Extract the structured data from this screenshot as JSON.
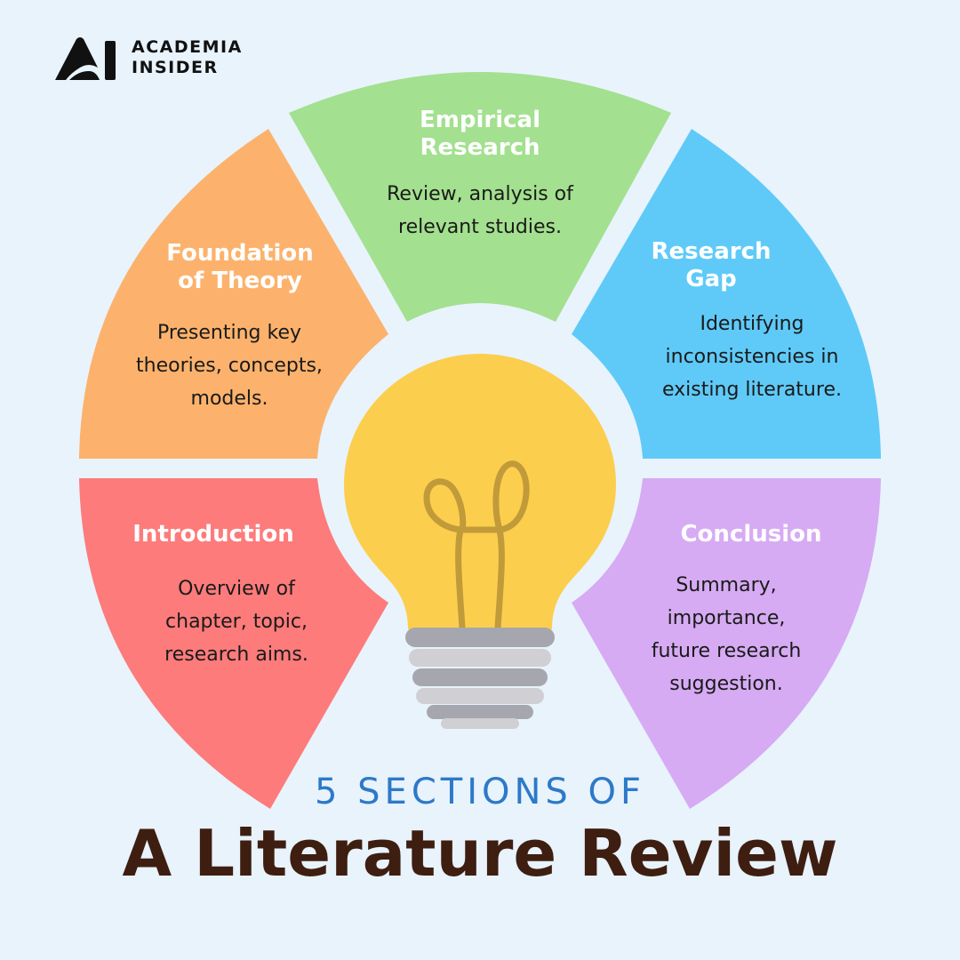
{
  "brand": {
    "line1": "ACADEMIA",
    "line2": "INSIDER"
  },
  "sections": [
    {
      "id": "empirical",
      "title_line1": "Empirical",
      "title_line2": "Research",
      "desc_lines": [
        "Review, analysis of",
        "relevant studies."
      ],
      "color": "#a3e08f"
    },
    {
      "id": "foundation",
      "title_line1": "Foundation",
      "title_line2": "of Theory",
      "desc_lines": [
        "Presenting key",
        "theories, concepts,",
        "models."
      ],
      "color": "#fcb26c"
    },
    {
      "id": "gap",
      "title_line1": "Research",
      "title_line2": "Gap",
      "desc_lines": [
        "Identifying",
        "inconsistencies in",
        "existing literature."
      ],
      "color": "#5fcaf8"
    },
    {
      "id": "introduction",
      "title_line1": "Introduction",
      "title_line2": "",
      "desc_lines": [
        "Overview of",
        "chapter, topic,",
        "research aims."
      ],
      "color": "#fd7b7b"
    },
    {
      "id": "conclusion",
      "title_line1": "Conclusion",
      "title_line2": "",
      "desc_lines": [
        "Summary,",
        "importance,",
        "future research",
        "suggestion."
      ],
      "color": "#d6abf3"
    }
  ],
  "footer": {
    "subtitle": "5 SECTIONS OF",
    "title": "A Literature Review"
  },
  "colors": {
    "background": "#e8f3fc",
    "bulb": "#fcce4d",
    "filament": "#c19a3a",
    "base_dark": "#a6a7ae",
    "base_light": "#cfcfd4",
    "subtitle": "#2d79c8",
    "title": "#3e1e10"
  },
  "icons": [
    "logo-mark-icon",
    "lightbulb-icon"
  ]
}
